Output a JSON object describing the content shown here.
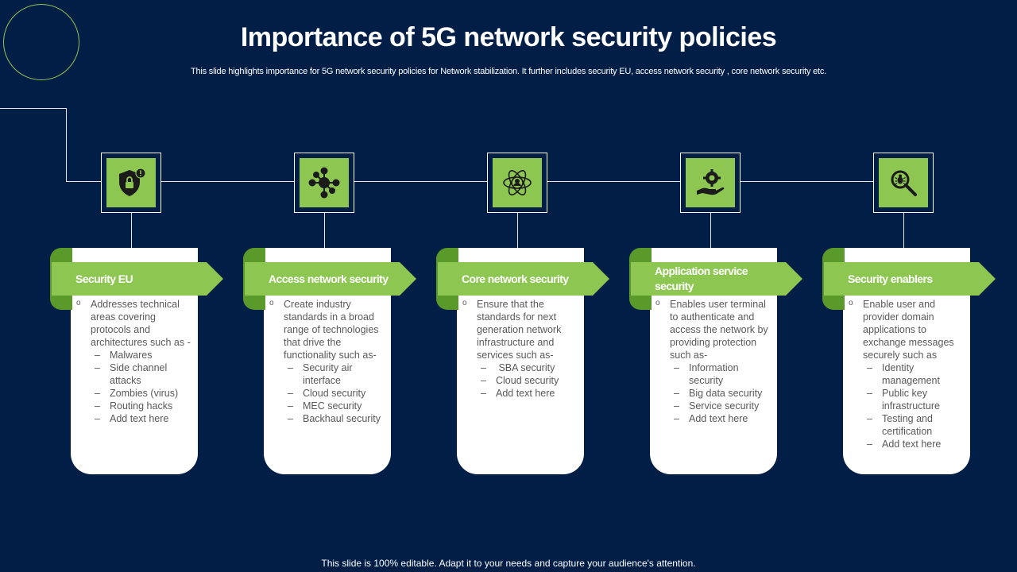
{
  "slide": {
    "title": "Importance of 5G network security policies",
    "subtitle": "This slide highlights importance for 5G network security policies for Network stabilization. It further includes security EU, access network security , core network security etc.",
    "footer": "This slide is 100% editable. Adapt it to your needs and capture your audience's attention."
  },
  "colors": {
    "background": "#011e47",
    "accent": "#8dc752",
    "accent_dark": "#5a9a2a",
    "text_body": "#595959"
  },
  "cards": [
    {
      "icon": "shield-lock-icon",
      "heading": "Security EU",
      "intro": "Addresses technical areas covering protocols and architectures such as -",
      "items": [
        "Malwares",
        "Side channel attacks",
        "Zombies (virus)",
        "Routing hacks",
        "Add text here"
      ]
    },
    {
      "icon": "network-hub-icon",
      "heading": "Access network security",
      "intro": "Create industry standards in a broad range of technologies that drive the functionality such as-",
      "items": [
        "Security air interface",
        "Cloud security",
        "MEC security",
        "Backhaul security"
      ]
    },
    {
      "icon": "atom-user-icon",
      "heading": "Core network security",
      "intro": "Ensure that the standards for next generation network infrastructure and services such as-",
      "items": [
        " SBA security",
        "Cloud security",
        "Add text here"
      ]
    },
    {
      "icon": "hand-gear-icon",
      "heading": "Application service security",
      "intro": "Enables user terminal to authenticate and access the network by providing protection such as-",
      "items": [
        "Information security",
        "Big data security",
        "Service security",
        "Add text here"
      ]
    },
    {
      "icon": "search-bug-icon",
      "heading": "Security enablers",
      "intro": "Enable user and provider domain applications to exchange messages securely such as",
      "items": [
        "Identity management",
        "Public key infrastructure",
        "Testing and certification",
        "Add text here"
      ]
    }
  ]
}
